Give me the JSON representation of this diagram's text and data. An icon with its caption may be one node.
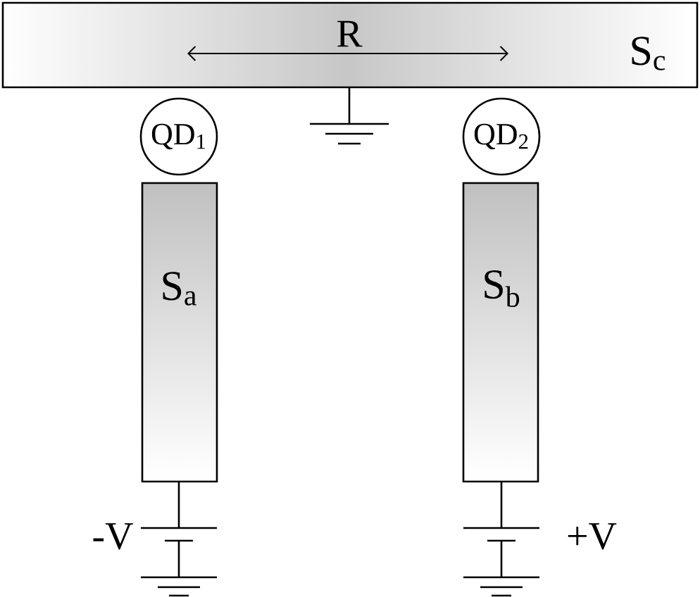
{
  "diagram": {
    "nodes": [
      {
        "text": [
          "S$_{c}$"
        ]
      },
      {
        "text": [
          "QD$_{1}$"
        ]
      },
      {
        "text": [
          "QD$_{2}$"
        ]
      },
      {
        "text": [
          "S$_{a}$"
        ]
      },
      {
        "text": [
          "S$_{b}$"
        ]
      }
    ],
    "labels": [
      "R",
      "-V",
      "+V"
    ]
  }
}
